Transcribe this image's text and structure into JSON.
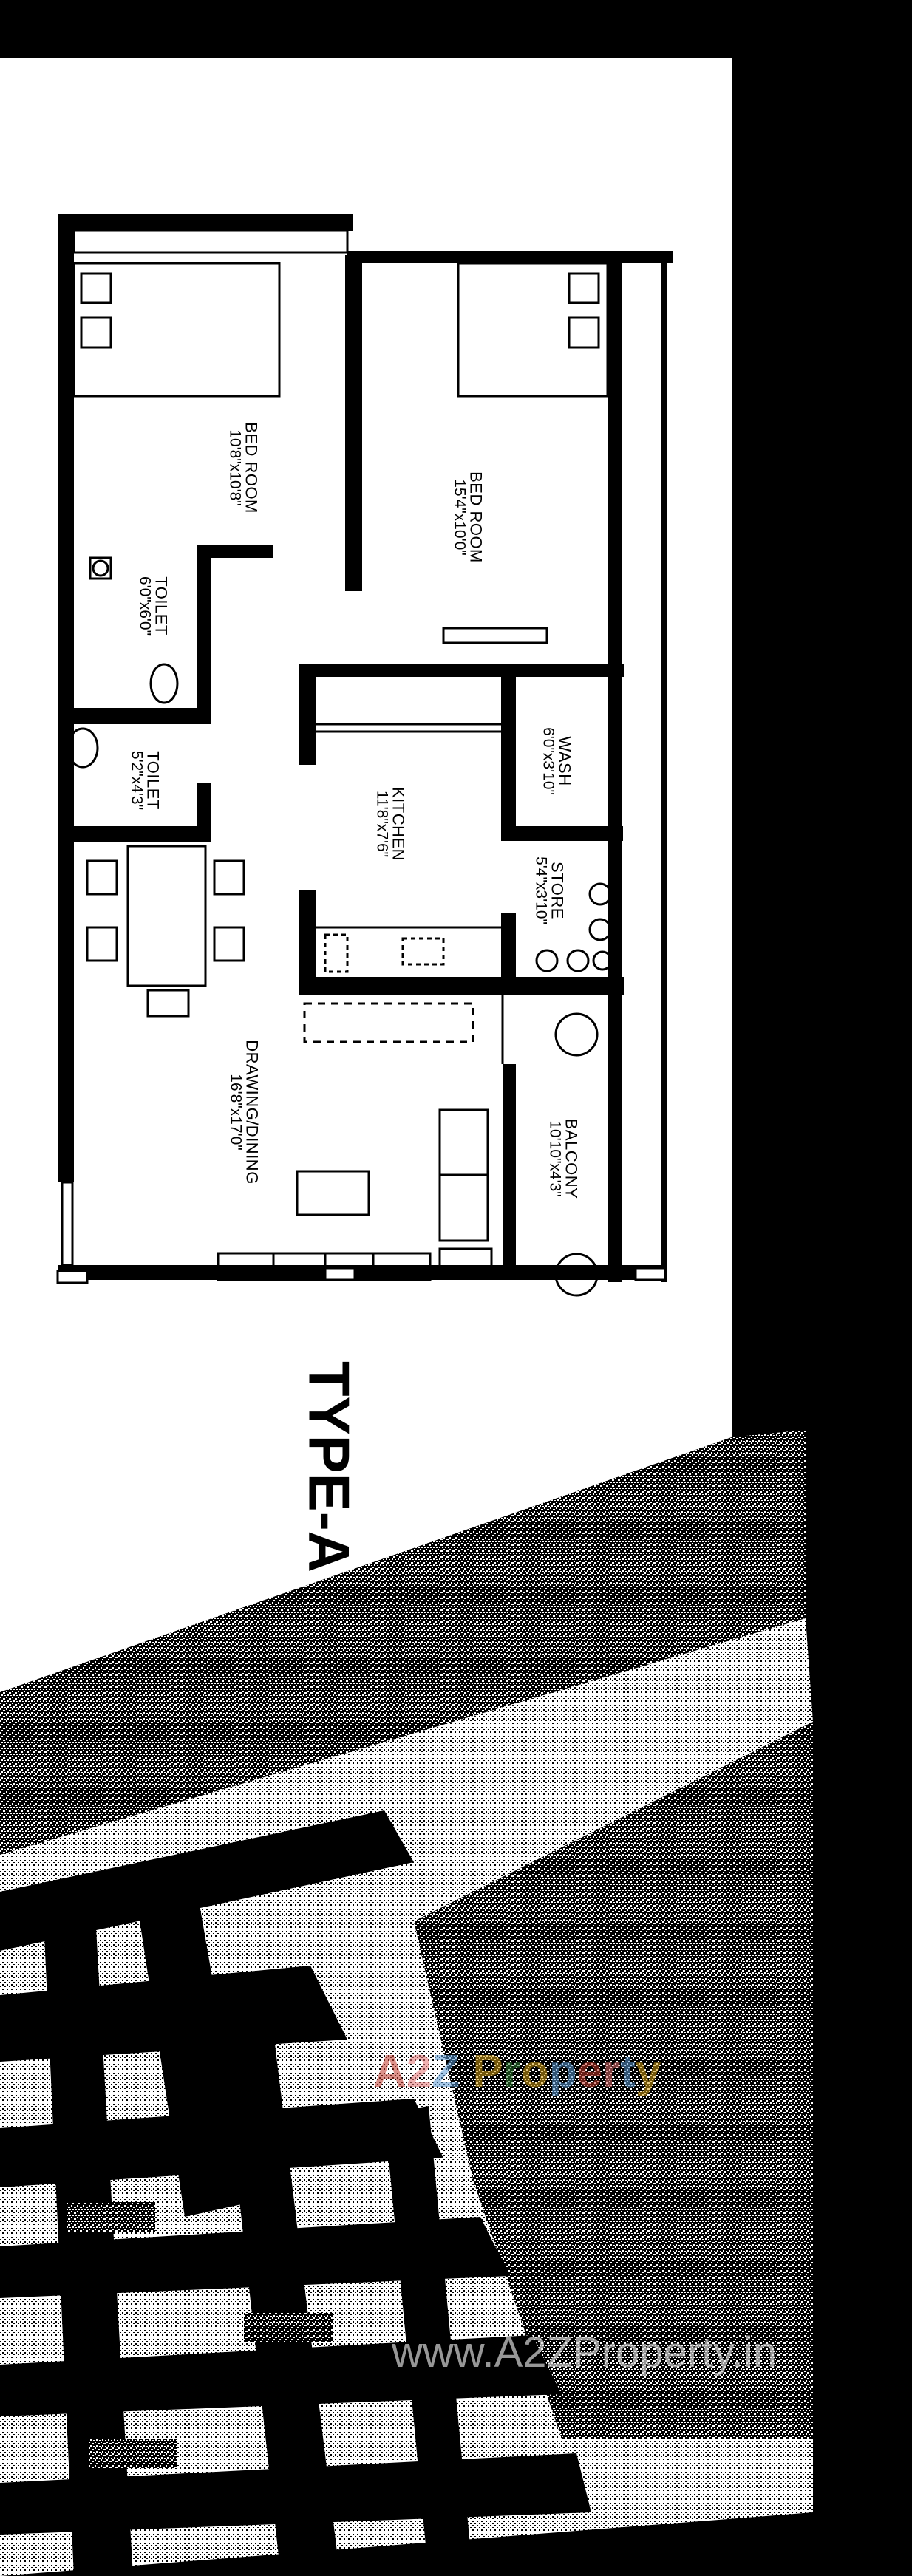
{
  "plan": {
    "type_label": "TYPE-A",
    "rooms": [
      {
        "name": "BED ROOM",
        "dimensions": "10'8\"x10'8\""
      },
      {
        "name": "BED ROOM",
        "dimensions": "15'4\"x10'0\""
      },
      {
        "name": "TOILET",
        "dimensions": "6'0\"x6'0\""
      },
      {
        "name": "TOILET",
        "dimensions": "5'2\"x4'3\""
      },
      {
        "name": "KITCHEN",
        "dimensions": "11'8\"x7'6\""
      },
      {
        "name": "WASH",
        "dimensions": "6'0\"x3'10\""
      },
      {
        "name": "STORE",
        "dimensions": "5'4\"x3'10\""
      },
      {
        "name": "DRAWING/DINING",
        "dimensions": "16'8\"x17'0\""
      },
      {
        "name": "BALCONY",
        "dimensions": "10'10\"x4'3\""
      }
    ]
  },
  "watermark": {
    "logo_text": "A2Z Property",
    "logo_colors": [
      "#c0392b",
      "#e57373",
      "#5b9bd5",
      "#d4a017",
      "#2e7d32",
      "#d4a017",
      "#5b9bd5"
    ],
    "url_text": "www.A2ZProperty.in"
  }
}
